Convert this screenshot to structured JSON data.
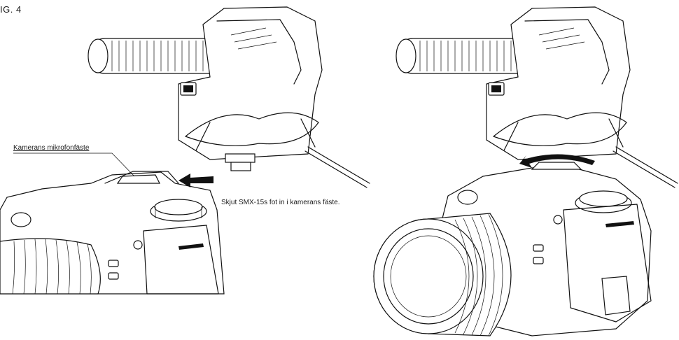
{
  "figure": {
    "label": "IG. 4",
    "callout_mount": "Kamerans mikrofonfäste",
    "caption_step": "Skjut SMX-15s fot in i kamerans fäste."
  }
}
